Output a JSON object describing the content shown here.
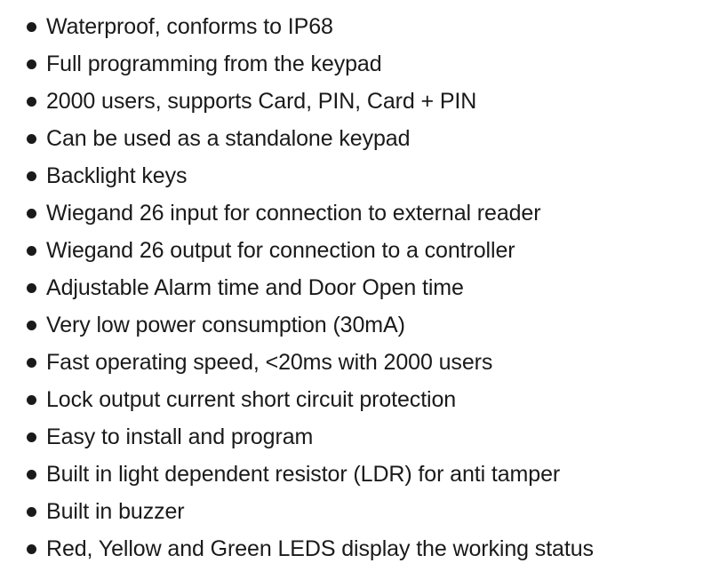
{
  "features": [
    "Waterproof, conforms to IP68",
    "Full programming from the keypad",
    "2000 users, supports Card, PIN, Card + PIN",
    "Can be used as a standalone keypad",
    "Backlight keys",
    "Wiegand 26 input for connection to external reader",
    "Wiegand 26 output for connection to a controller",
    "Adjustable Alarm time and Door Open time",
    "Very low power consumption (30mA)",
    "Fast operating speed, <20ms with 2000 users",
    "Lock output current short circuit protection",
    "Easy to install and program",
    "Built in light dependent resistor (LDR) for anti tamper",
    "Built in buzzer",
    "Red, Yellow and Green LEDS display the working status"
  ]
}
